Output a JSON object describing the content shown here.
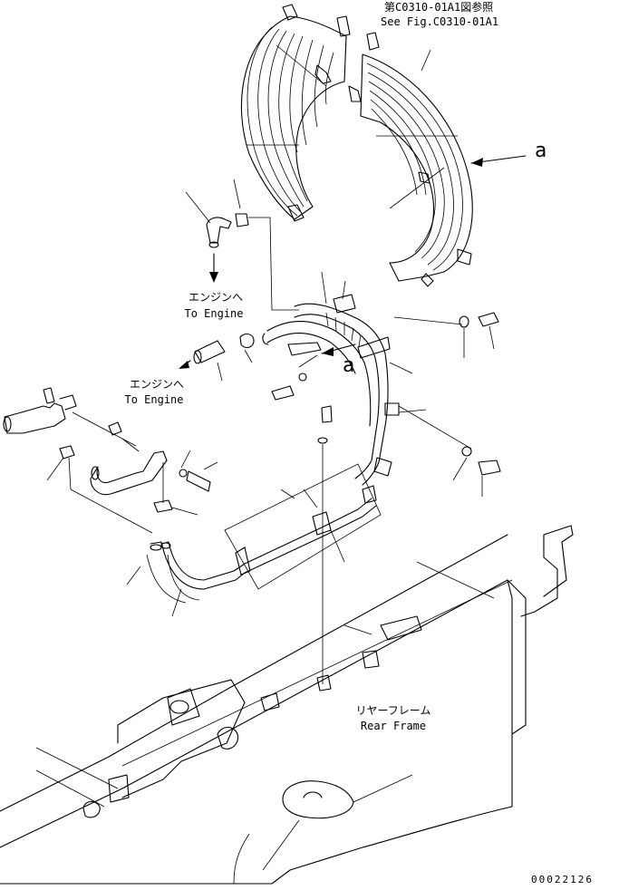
{
  "reference_note": {
    "japanese": "第C0310-01A1図参照",
    "english": "See Fig.C0310-01A1"
  },
  "view_marker": "a",
  "engine_labels": [
    {
      "japanese": "エンジンへ",
      "english": "To Engine"
    },
    {
      "japanese": "エンジンへ",
      "english": "To Engine"
    }
  ],
  "rear_frame": {
    "japanese": "リヤーフレーム",
    "english": "Rear Frame"
  },
  "drawing_number": "00022126"
}
